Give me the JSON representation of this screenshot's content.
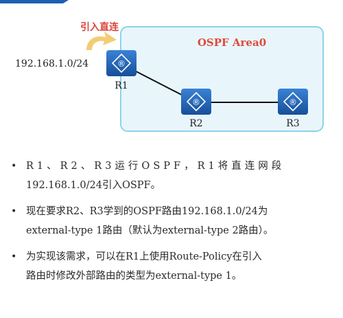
{
  "diagram": {
    "area_title": "OSPF Area0",
    "callout_text": "引入直连",
    "network_label": "192.168.1.0/24",
    "routers": [
      {
        "name": "R1",
        "icon": "router-icon"
      },
      {
        "name": "R2",
        "icon": "router-icon"
      },
      {
        "name": "R3",
        "icon": "router-icon"
      }
    ],
    "colors": {
      "area_fill": "#e8f6fc",
      "area_stroke": "#8dd3e8",
      "router_fill": "#1f64b8",
      "title": "#e04a3a",
      "arrow": "#f3c766"
    }
  },
  "bullets": [
    {
      "line1": "R1、R2、R3运行OSPF，R1将直连网段",
      "line2": "192.168.1.0/24引入OSPF。"
    },
    {
      "line1": "现在要求R2、R3学到的OSPF路由192.168.1.0/24为",
      "line2": "external-type 1路由（默认为external-type 2路由）。"
    },
    {
      "line1": "为实现该需求，可以在R1上使用Route-Policy在引入",
      "line2": "路由时修改外部路由的类型为external-type 1。"
    }
  ]
}
